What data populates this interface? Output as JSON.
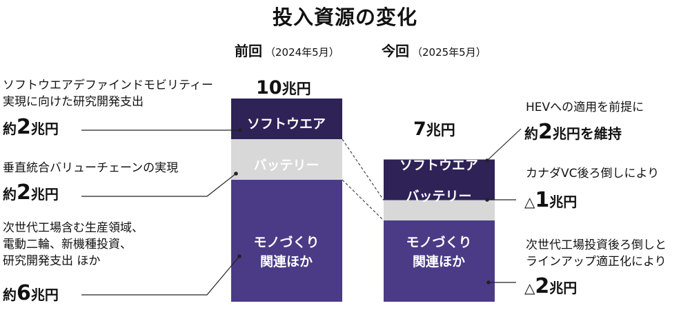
{
  "title": "投入資源の変化",
  "columns": [
    {
      "label": "前回",
      "sub": "（2024年5月）",
      "total_num": "10",
      "total_unit": "兆円"
    },
    {
      "label": "今回",
      "sub": "（2025年5月）",
      "total_num": "7",
      "total_unit": "兆円"
    }
  ],
  "segments": {
    "software": "ソフトウエア",
    "battery": "バッテリー",
    "mono_line1": "モノづくり",
    "mono_line2": "関連ほか"
  },
  "left_notes": [
    {
      "lines": [
        "ソフトウエアデファインドモビリティー",
        "実現に向けた研究開発支出"
      ],
      "amount_prefix": "約",
      "amount_num": "2",
      "amount_unit": "兆円"
    },
    {
      "lines": [
        "垂直統合バリューチェーンの実現"
      ],
      "amount_prefix": "約",
      "amount_num": "2",
      "amount_unit": "兆円"
    },
    {
      "lines": [
        "次世代工場含む生産領域、",
        "電動二輪、新機種投資、",
        "研究開発支出 ほか"
      ],
      "amount_prefix": "約",
      "amount_num": "6",
      "amount_unit": "兆円"
    }
  ],
  "right_notes": [
    {
      "lines": [
        "HEVへの適用を前提に"
      ],
      "amount_prefix": "約",
      "amount_num": "2",
      "amount_unit": "兆円を維持"
    },
    {
      "lines": [
        "カナダVC後ろ倒しにより"
      ],
      "amount_prefix": "△",
      "amount_num": "1",
      "amount_unit": "兆円"
    },
    {
      "lines": [
        "次世代工場投資後ろ倒しと",
        "ラインアップ適正化により"
      ],
      "amount_prefix": "△",
      "amount_num": "2",
      "amount_unit": "兆円"
    }
  ],
  "colors": {
    "software": "#2e2257",
    "battery": "#d8d8d8",
    "mono": "#4b3b86",
    "line": "#222222"
  },
  "chart_data": {
    "type": "bar",
    "stacked": true,
    "categories": [
      "前回（2024年5月）",
      "今回（2025年5月）"
    ],
    "series": [
      {
        "name": "モノづくり関連ほか",
        "values": [
          6,
          4
        ]
      },
      {
        "name": "バッテリー",
        "values": [
          2,
          1
        ]
      },
      {
        "name": "ソフトウエア",
        "values": [
          2,
          2
        ]
      }
    ],
    "totals": [
      10,
      7
    ],
    "title": "投入資源の変化",
    "unit": "兆円"
  }
}
